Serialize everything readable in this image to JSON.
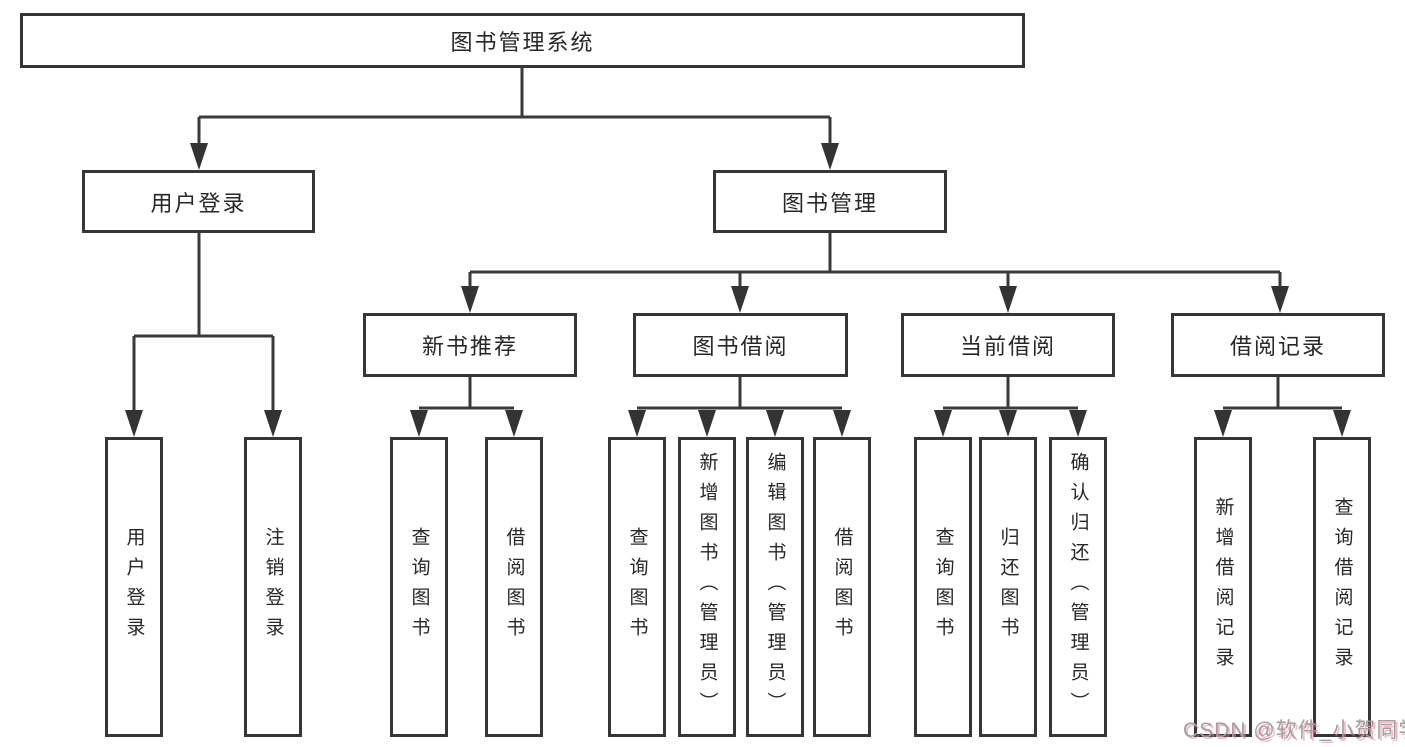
{
  "diagram_type": "hierarchy",
  "colors": {
    "background": "#ffffff",
    "line": "#3a3a3a",
    "box_border": "#363636",
    "text": "#272727",
    "watermark_gray": "#a0a0a0",
    "watermark_pink": "#ec7d94"
  },
  "watermark": {
    "text": "CSDN @软件_小贺同学"
  },
  "tree": {
    "label": "图书管理系统",
    "children": [
      {
        "label": "用户登录",
        "children": [
          {
            "label": "用户登录"
          },
          {
            "label": "注销登录"
          }
        ]
      },
      {
        "label": "图书管理",
        "children": [
          {
            "label": "新书推荐",
            "children": [
              {
                "label": "查询图书"
              },
              {
                "label": "借阅图书"
              }
            ]
          },
          {
            "label": "图书借阅",
            "children": [
              {
                "label": "查询图书"
              },
              {
                "label": "新增图书（管理员）"
              },
              {
                "label": "编辑图书（管理员）"
              },
              {
                "label": "借阅图书"
              }
            ]
          },
          {
            "label": "当前借阅",
            "children": [
              {
                "label": "查询图书"
              },
              {
                "label": "归还图书"
              },
              {
                "label": "确认归还（管理员）"
              }
            ]
          },
          {
            "label": "借阅记录",
            "children": [
              {
                "label": "新增借阅记录"
              },
              {
                "label": "查询借阅记录"
              }
            ]
          }
        ]
      }
    ]
  }
}
